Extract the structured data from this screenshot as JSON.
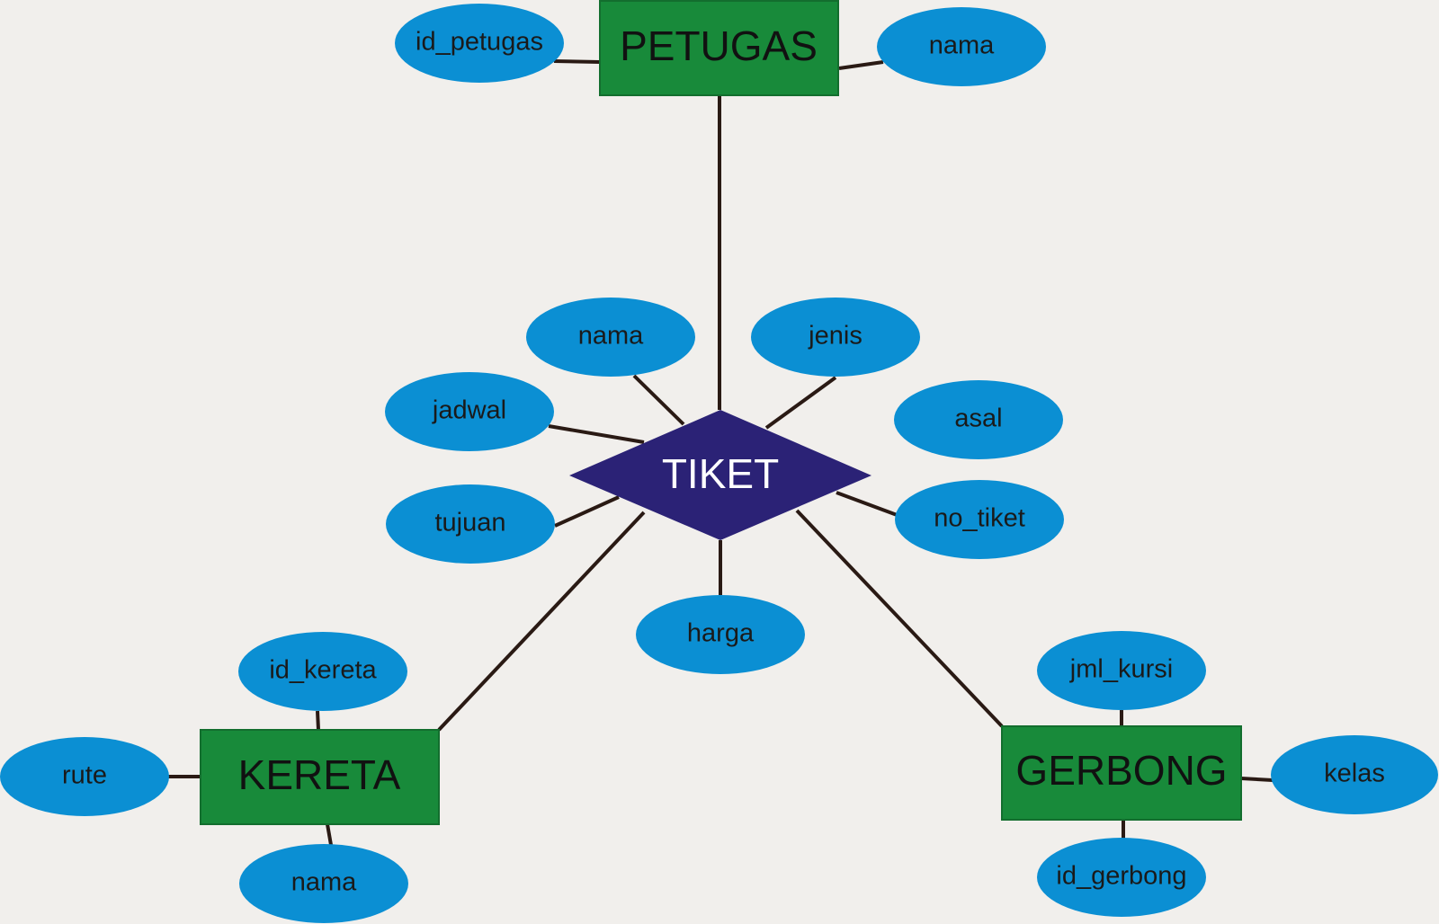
{
  "colors": {
    "background": "#f1efec",
    "entity": "#188a3a",
    "attribute": "#0b8fd3",
    "relationship": "#2b2276",
    "line": "#2a1a14"
  },
  "relationship": {
    "id": "tiket",
    "label": "TIKET"
  },
  "entities": [
    {
      "id": "petugas",
      "label": "PETUGAS"
    },
    {
      "id": "kereta",
      "label": "KERETA"
    },
    {
      "id": "gerbong",
      "label": "GERBONG"
    }
  ],
  "attributes": {
    "petugas": [
      "id_petugas",
      "nama"
    ],
    "tiket": [
      "nama",
      "jenis",
      "jadwal",
      "asal",
      "tujuan",
      "no_tiket",
      "harga"
    ],
    "kereta": [
      "id_kereta",
      "rute",
      "nama"
    ],
    "gerbong": [
      "jml_kursi",
      "kelas",
      "id_gerbong"
    ]
  }
}
